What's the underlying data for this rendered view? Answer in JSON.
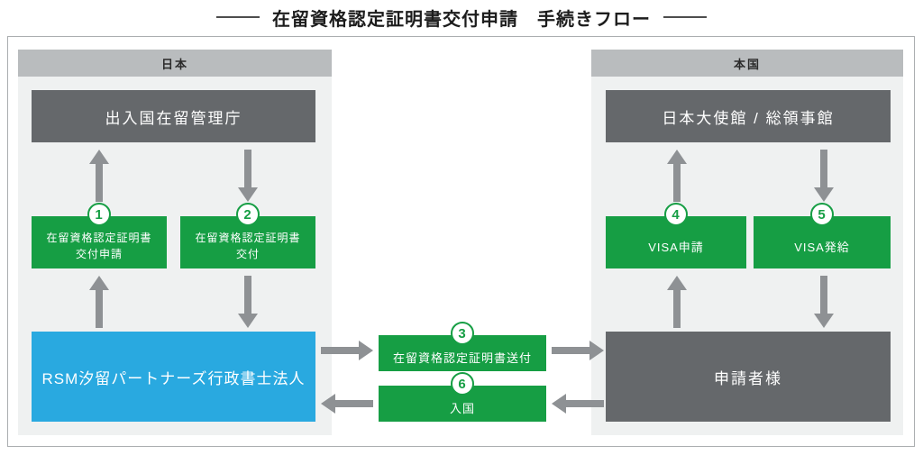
{
  "title": "在留資格認定証明書交付申請　手続きフロー",
  "regions": {
    "japan": {
      "header": "日本"
    },
    "home": {
      "header": "本国"
    }
  },
  "nodes": {
    "immigration": {
      "label": "出入国在留管理庁"
    },
    "embassy": {
      "label": "日本大使館 / 総領事館"
    },
    "firm": {
      "label": "RSM汐留パートナーズ行政書士法人"
    },
    "applicant": {
      "label": "申請者様"
    }
  },
  "steps": {
    "s1": {
      "num": "1",
      "line1": "在留資格認定証明書",
      "line2": "交付申請"
    },
    "s2": {
      "num": "2",
      "line1": "在留資格認定証明書",
      "line2": "交付"
    },
    "s3": {
      "num": "3",
      "label": "在留資格認定証明書送付"
    },
    "s4": {
      "num": "4",
      "label": "VISA申請"
    },
    "s5": {
      "num": "5",
      "label": "VISA発給"
    },
    "s6": {
      "num": "6",
      "label": "入国"
    }
  },
  "colors": {
    "green": "#169e44",
    "blue": "#29a9e0",
    "node_gray": "#65686b",
    "header_bar": "#b9bcbe",
    "panel_bg": "#eff1f1",
    "arrow_gray": "#8e9194"
  }
}
